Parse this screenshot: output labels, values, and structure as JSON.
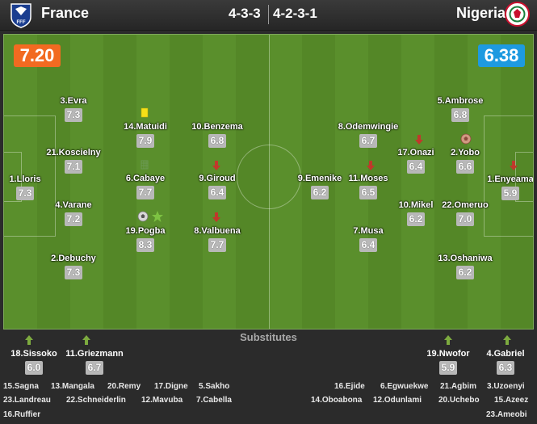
{
  "home": {
    "name": "France",
    "formation": "4-3-3",
    "rating": "7.20",
    "rating_color": "#f26a21",
    "players": [
      {
        "label": "1.Lloris",
        "rating": "7.3"
      },
      {
        "label": "3.Evra",
        "rating": "7.3"
      },
      {
        "label": "21.Koscielny",
        "rating": "7.1"
      },
      {
        "label": "4.Varane",
        "rating": "7.2"
      },
      {
        "label": "2.Debuchy",
        "rating": "7.3"
      },
      {
        "label": "14.Matuidi",
        "rating": "7.9"
      },
      {
        "label": "6.Cabaye",
        "rating": "7.7"
      },
      {
        "label": "19.Pogba",
        "rating": "8.3"
      },
      {
        "label": "10.Benzema",
        "rating": "6.8"
      },
      {
        "label": "9.Giroud",
        "rating": "6.4"
      },
      {
        "label": "8.Valbuena",
        "rating": "7.7"
      }
    ],
    "subs": [
      {
        "label": "18.Sissoko",
        "rating": "6.0"
      },
      {
        "label": "11.Griezmann",
        "rating": "6.7"
      }
    ],
    "bench": [
      "15.Sagna",
      "13.Mangala",
      "20.Remy",
      "17.Digne",
      "5.Sakho",
      "23.Landreau",
      "22.Schneiderlin",
      "12.Mavuba",
      "7.Cabella",
      "16.Ruffier"
    ]
  },
  "away": {
    "name": "Nigeria",
    "formation": "4-2-3-1",
    "rating": "6.38",
    "rating_color": "#1e9ae0",
    "players": [
      {
        "label": "1.Enyeama",
        "rating": "5.9"
      },
      {
        "label": "5.Ambrose",
        "rating": "6.8"
      },
      {
        "label": "2.Yobo",
        "rating": "6.6"
      },
      {
        "label": "22.Omeruo",
        "rating": "7.0"
      },
      {
        "label": "13.Oshaniwa",
        "rating": "6.2"
      },
      {
        "label": "17.Onazi",
        "rating": "6.4"
      },
      {
        "label": "10.Mikel",
        "rating": "6.2"
      },
      {
        "label": "8.Odemwingie",
        "rating": "6.7"
      },
      {
        "label": "11.Moses",
        "rating": "6.5"
      },
      {
        "label": "7.Musa",
        "rating": "6.4"
      },
      {
        "label": "9.Emenike",
        "rating": "6.2"
      }
    ],
    "subs": [
      {
        "label": "19.Nwofor",
        "rating": "5.9"
      },
      {
        "label": "4.Gabriel",
        "rating": "6.3"
      }
    ],
    "bench": [
      "16.Ejide",
      "6.Egwuekwe",
      "21.Agbim",
      "3.Uzoenyi",
      "14.Oboabona",
      "12.Odunlami",
      "20.Uchebo",
      "15.Azeez",
      "23.Ameobi"
    ]
  },
  "substitutes_label": "Substitutes",
  "colors": {
    "pitch": "#5a8f2c",
    "rating_bg": "#b8b8b8",
    "yellow_card": "#f5e017",
    "sub_arrow": "#7dab3f",
    "sub_off_arrow": "#c0392b",
    "motm_star": "#7dc242"
  }
}
